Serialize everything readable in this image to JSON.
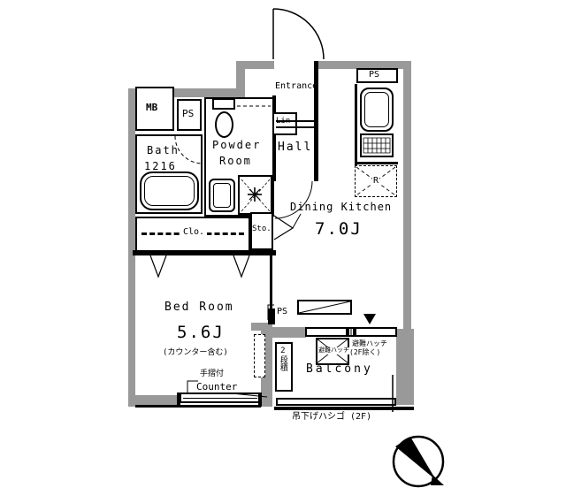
{
  "rooms": {
    "entrance": "Entrance",
    "hall": "Hall",
    "powder_line1": "Powder",
    "powder_line2": "Room",
    "bath_line1": "Bath",
    "bath_line2": "1216",
    "dk_label": "Dining Kitchen",
    "dk_size": "7.0J",
    "bed_label": "Bed Room",
    "bed_size": "5.6J",
    "bed_note": "(カウンター含む)",
    "balcony": "Balcony"
  },
  "fixtures": {
    "mb": "MB",
    "ps_meter": "PS",
    "ps_kitchen": "PS",
    "ps_corner": "PS",
    "lin": "Lin",
    "clo": "Clo.",
    "sto": "Sto.",
    "fridge": "R",
    "counter": "Counter",
    "handrail": "手摺付"
  },
  "balcony_notes": {
    "hatch_box": "避難ハッチ",
    "hatch_note_line1": "避難ハッチ",
    "hatch_note_line2": "(2F除く)",
    "stacked": "2段積",
    "ladder": "吊下げハシゴ (2F)"
  },
  "colors": {
    "wall": "#999999",
    "line": "#000000",
    "background": "#ffffff"
  }
}
